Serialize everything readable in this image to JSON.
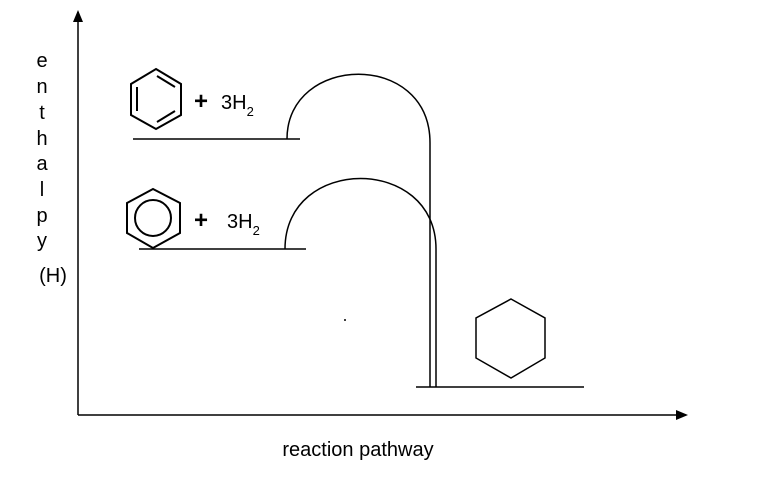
{
  "axes": {
    "y_label_letters": [
      "e",
      "n",
      "t",
      "h",
      "a",
      "l",
      "p",
      "y",
      "(H)"
    ],
    "x_label": "reaction pathway"
  },
  "upper_reactant": {
    "structure": "cyclohexatriene-kekule-icon",
    "plus": "+",
    "coefficient": "3H",
    "subscript": "2"
  },
  "lower_reactant": {
    "structure": "benzene-circle-icon",
    "plus": "+",
    "coefficient": "3H",
    "subscript": "2"
  },
  "product": {
    "structure": "cyclohexane-icon"
  },
  "colors": {
    "line": "#000000",
    "background": "#ffffff"
  }
}
